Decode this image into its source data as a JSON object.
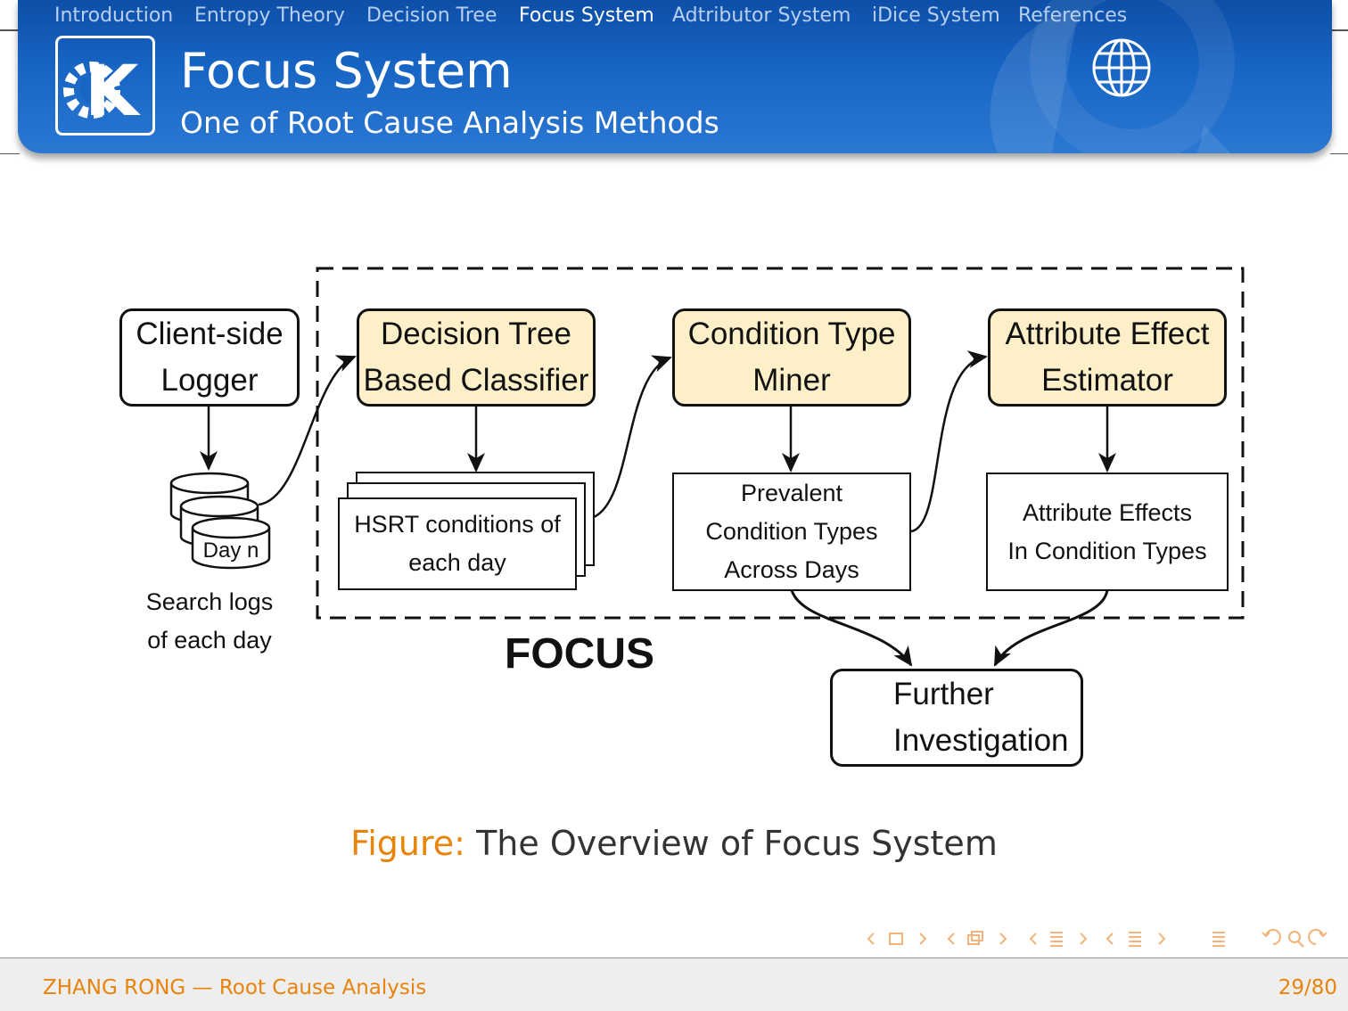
{
  "nav": {
    "items": [
      {
        "label": "Introduction",
        "active": false
      },
      {
        "label": "Entropy Theory",
        "active": false
      },
      {
        "label": "Decision Tree",
        "active": false
      },
      {
        "label": "Focus System",
        "active": true
      },
      {
        "label": "Adtributor System",
        "active": false
      },
      {
        "label": "iDice System",
        "active": false
      },
      {
        "label": "References",
        "active": false
      }
    ]
  },
  "header": {
    "title": "Focus System",
    "subtitle": "One of Root Cause Analysis Methods",
    "logo_icon": "kde-logo-icon",
    "globe_icon": "globe-icon"
  },
  "diagram": {
    "client_logger": [
      "Client-side",
      "Logger"
    ],
    "classifier": [
      "Decision Tree",
      "Based Classifier"
    ],
    "miner": [
      "Condition Type",
      "Miner"
    ],
    "estimator": [
      "Attribute Effect",
      "Estimator"
    ],
    "hsrt": [
      "HSRT conditions of",
      "each day"
    ],
    "prevalent": [
      "Prevalent",
      "Condition Types",
      "Across Days"
    ],
    "effects": [
      "Attribute  Effects",
      "In Condition Types"
    ],
    "db_label": "Day n",
    "search_logs": [
      "Search logs",
      "of each day"
    ],
    "focus_label": "FOCUS",
    "further": [
      "Further",
      "Investigation"
    ],
    "colors": {
      "process_fill": "#fdf0c8",
      "stroke": "#111111"
    }
  },
  "caption": {
    "label": "Figure:",
    "text": "The Overview of Focus System"
  },
  "footer": {
    "left": "ZHANG RONG — Root Cause Analysis",
    "page": "29/80"
  },
  "colors": {
    "accent": "#e8830c",
    "header_blue": "#1865c4"
  }
}
